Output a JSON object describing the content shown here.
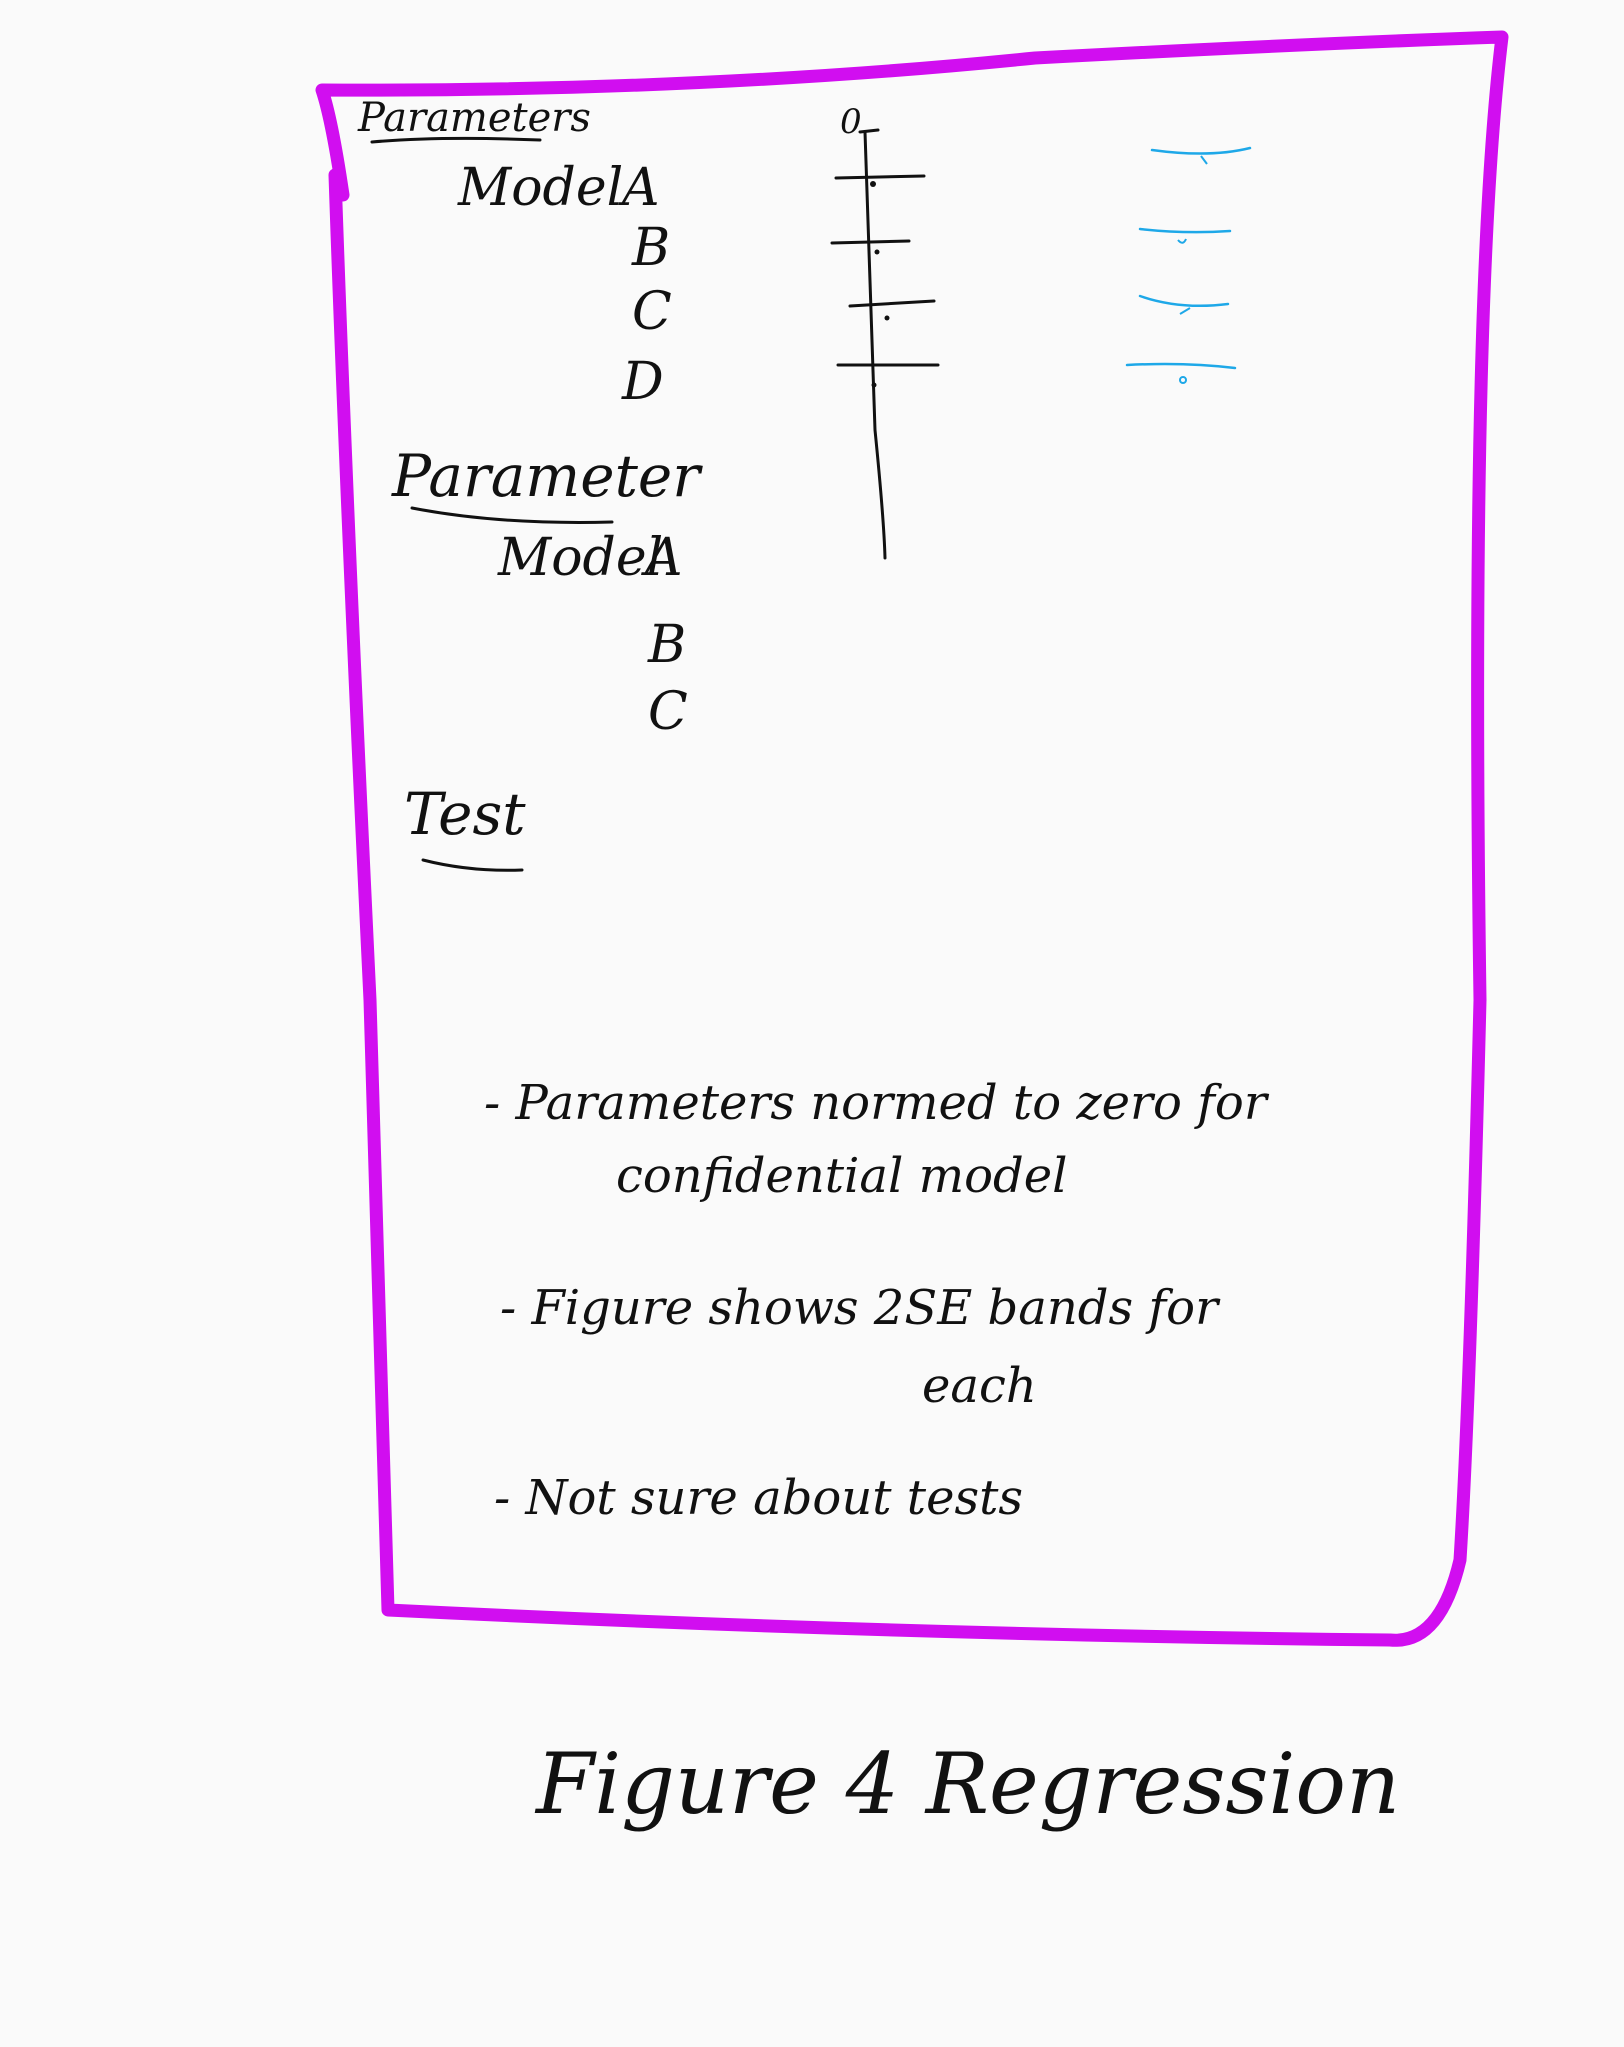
{
  "colors": {
    "frame": "#d10ef0",
    "ink": "#111111",
    "bands": "#1ea8e8"
  },
  "section1": {
    "heading": "Parameters",
    "label_model": "Model",
    "rows": [
      "A",
      "B",
      "C",
      "D"
    ],
    "axis_zero": "0"
  },
  "section2": {
    "heading": "Parameter",
    "label_model": "Model",
    "rows": [
      "A",
      "B",
      "C"
    ]
  },
  "test": {
    "heading": "Test"
  },
  "notes": [
    "- Parameters normed to zero for",
    "confidential model",
    "- Figure shows 2SE bands for",
    "each",
    "- Not sure about tests"
  ],
  "caption": "Figure 4 Regression"
}
